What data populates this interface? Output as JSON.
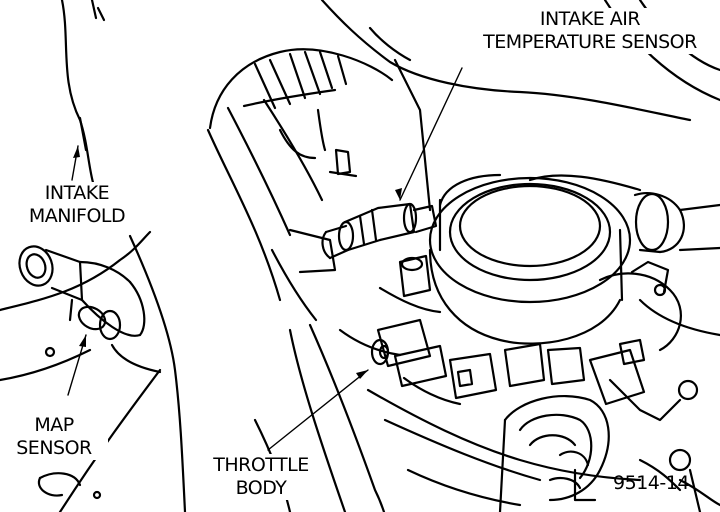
{
  "labels": {
    "intake_manifold": [
      "INTAKE",
      "MANIFOLD"
    ],
    "map_sensor": [
      "MAP",
      "SENSOR"
    ],
    "intake_air_temp_sensor": [
      "INTAKE AIR",
      "TEMPERATURE SENSOR"
    ],
    "throttle_body": [
      "THROTTLE",
      "BODY"
    ],
    "figure_number": "9514-14"
  },
  "colors": {
    "ink": "#000000",
    "paper": "#ffffff"
  }
}
